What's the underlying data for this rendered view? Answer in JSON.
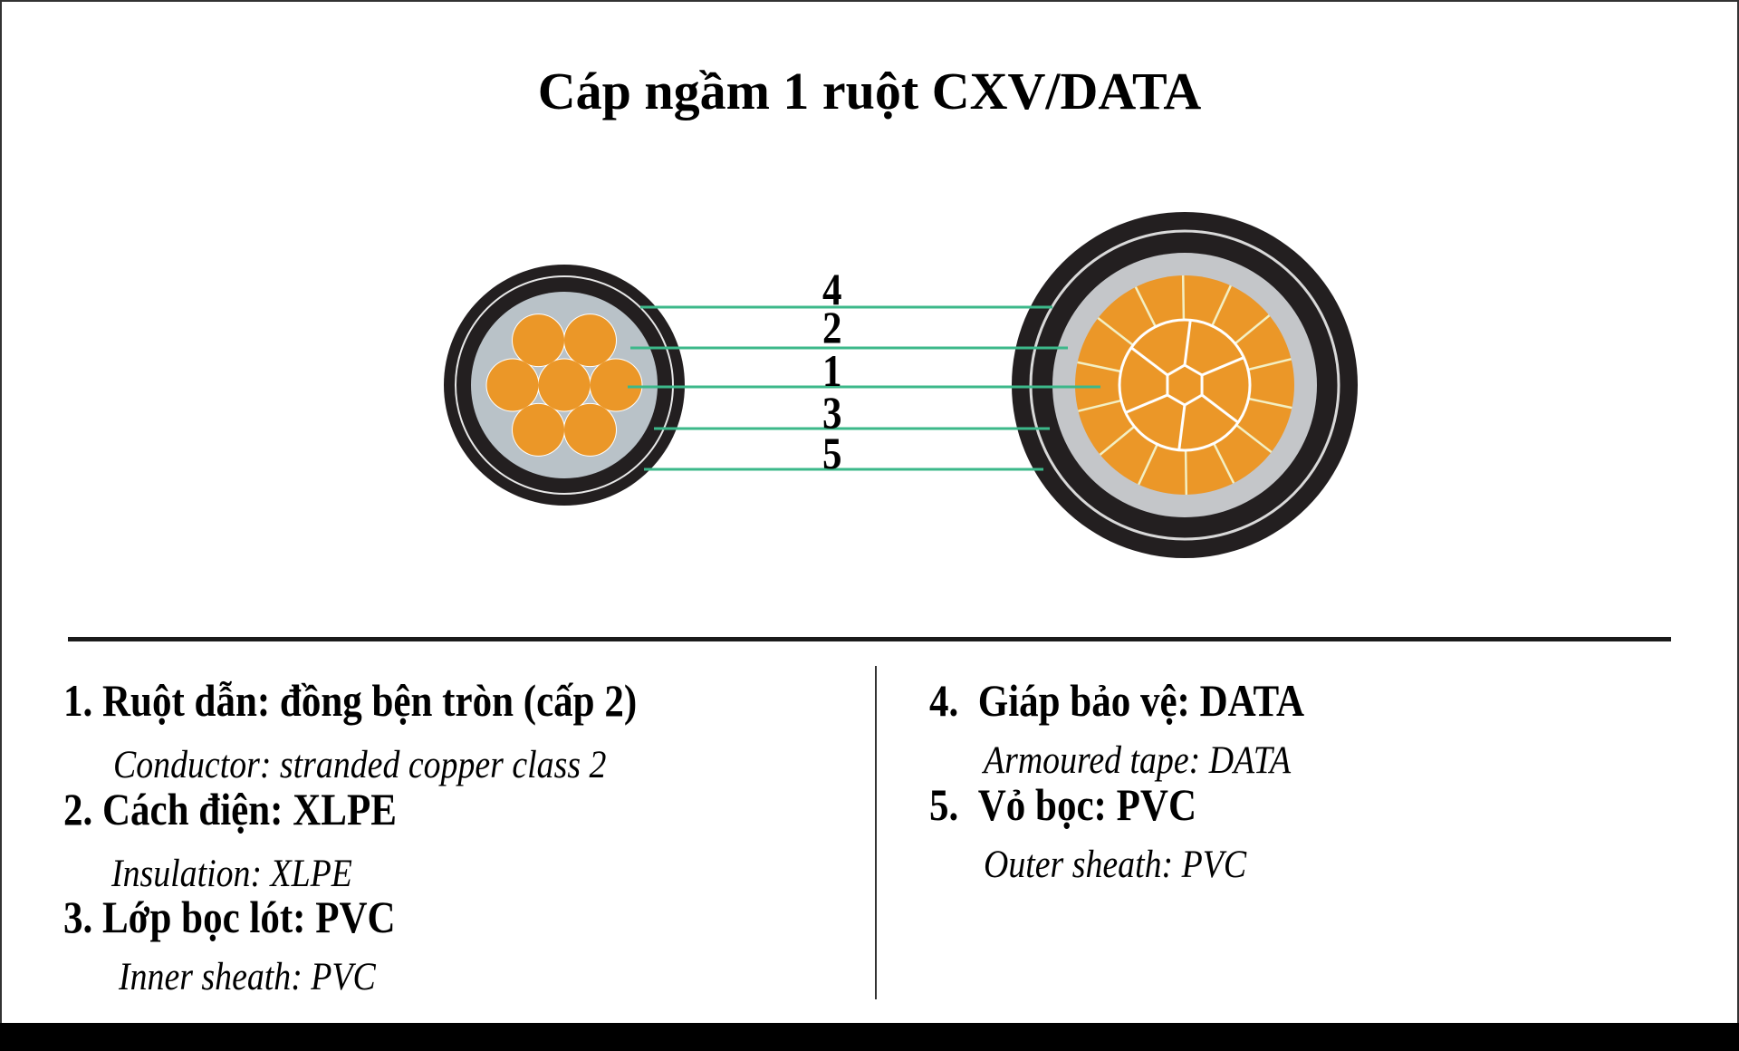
{
  "title": "Cáp ngầm 1 ruột CXV/DATA",
  "callout_numbers": [
    "4",
    "2",
    "1",
    "3",
    "5"
  ],
  "colors": {
    "sheath": "#231f20",
    "insulation_small": "#b9c2c8",
    "insulation_large": "#c4c6c9",
    "copper": "#eb9728",
    "callout_line": "#3cb88a"
  },
  "legend": {
    "left": [
      {
        "num": "1.",
        "label": "Ruột dẫn: đồng bện tròn (cấp 2)",
        "english": "Conductor: stranded copper class 2"
      },
      {
        "num": "2.",
        "label": "Cách điện: XLPE",
        "english": "Insulation: XLPE"
      },
      {
        "num": "3.",
        "label": "Lớp bọc lót: PVC",
        "english": "Inner sheath: PVC"
      }
    ],
    "right": [
      {
        "num": "4.",
        "label": "Giáp bảo vệ: DATA",
        "english": "Armoured tape: DATA"
      },
      {
        "num": "5.",
        "label": "Vỏ bọc: PVC",
        "english": "Outer sheath: PVC"
      }
    ]
  }
}
